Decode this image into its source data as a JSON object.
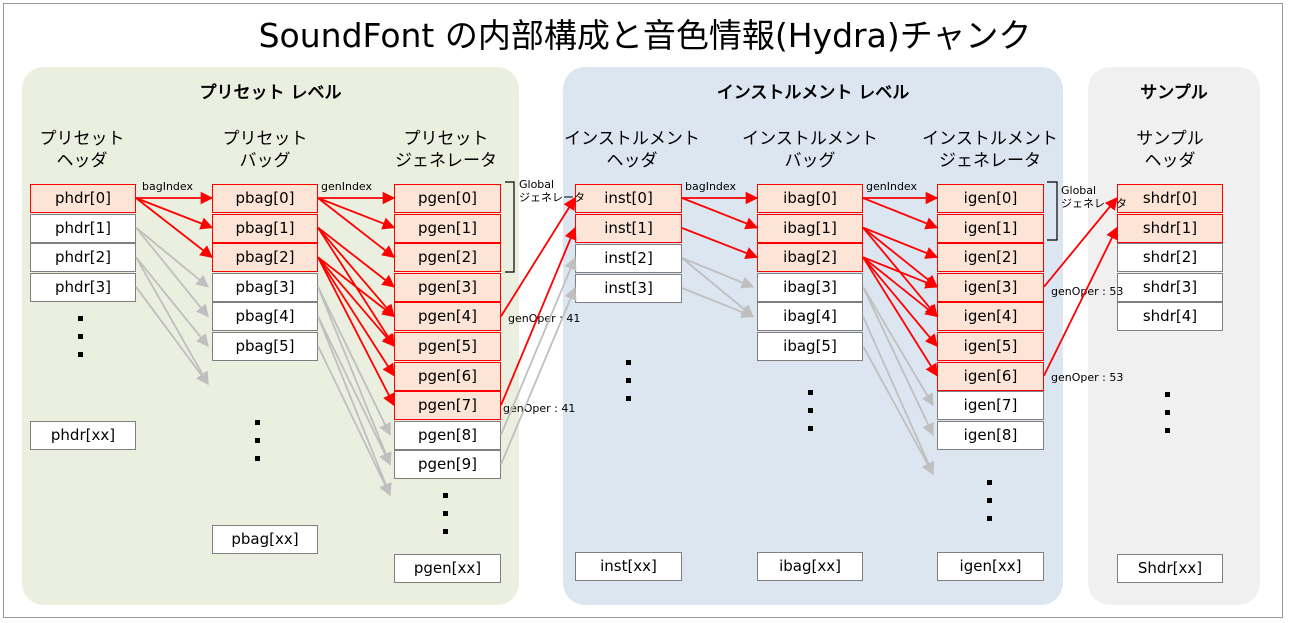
{
  "title": "SoundFont の内部構成と音色情報(Hydra)チャンク",
  "panels": {
    "preset": "プリセット レベル",
    "instrument": "インストルメント レベル",
    "sample": "サンプル"
  },
  "headers": {
    "phdr": [
      "プリセット",
      "ヘッダ"
    ],
    "pbag": [
      "プリセット",
      "バッグ"
    ],
    "pgen": [
      "プリセット",
      "ジェネレータ"
    ],
    "inst": [
      "インストルメント",
      "ヘッダ"
    ],
    "ibag": [
      "インストルメント",
      "バッグ"
    ],
    "igen": [
      "インストルメント",
      "ジェネレータ"
    ],
    "shdr": [
      "サンプル",
      "ヘッダ"
    ]
  },
  "columns": {
    "phdr": {
      "cells": [
        "phdr[0]",
        "phdr[1]",
        "phdr[2]",
        "phdr[3]"
      ],
      "last": "phdr[xx]",
      "highlight": 1
    },
    "pbag": {
      "cells": [
        "pbag[0]",
        "pbag[1]",
        "pbag[2]",
        "pbag[3]",
        "pbag[4]",
        "pbag[5]"
      ],
      "last": "pbag[xx]",
      "highlight": 3
    },
    "pgen": {
      "cells": [
        "pgen[0]",
        "pgen[1]",
        "pgen[2]",
        "pgen[3]",
        "pgen[4]",
        "pgen[5]",
        "pgen[6]",
        "pgen[7]",
        "pgen[8]",
        "pgen[9]"
      ],
      "last": "pgen[xx]",
      "highlight": 8
    },
    "inst": {
      "cells": [
        "inst[0]",
        "inst[1]",
        "inst[2]",
        "inst[3]"
      ],
      "last": "inst[xx]",
      "highlight": 2
    },
    "ibag": {
      "cells": [
        "ibag[0]",
        "ibag[1]",
        "ibag[2]",
        "ibag[3]",
        "ibag[4]",
        "ibag[5]"
      ],
      "last": "ibag[xx]",
      "highlight": 3
    },
    "igen": {
      "cells": [
        "igen[0]",
        "igen[1]",
        "igen[2]",
        "igen[3]",
        "igen[4]",
        "igen[5]",
        "igen[6]",
        "igen[7]",
        "igen[8]"
      ],
      "last": "igen[xx]",
      "highlight": 7
    },
    "shdr": {
      "cells": [
        "shdr[0]",
        "shdr[1]",
        "shdr[2]",
        "shdr[3]",
        "shdr[4]"
      ],
      "last": "Shdr[xx]",
      "highlight": 2
    }
  },
  "labels": {
    "bagIndex": "bagIndex",
    "genIndex": "genIndex",
    "global": [
      "Global",
      "ジェネレータ"
    ],
    "genOper41": "genOper : 41",
    "genOper53": "genOper : 53"
  },
  "colors": {
    "active": "#ff0000",
    "inactive": "#bfbfbf",
    "highlight_fill": "#fce4d6",
    "preset_panel": "#ebefdf",
    "instrument_panel": "#dce6f1",
    "sample_panel": "#f0f0f0"
  }
}
